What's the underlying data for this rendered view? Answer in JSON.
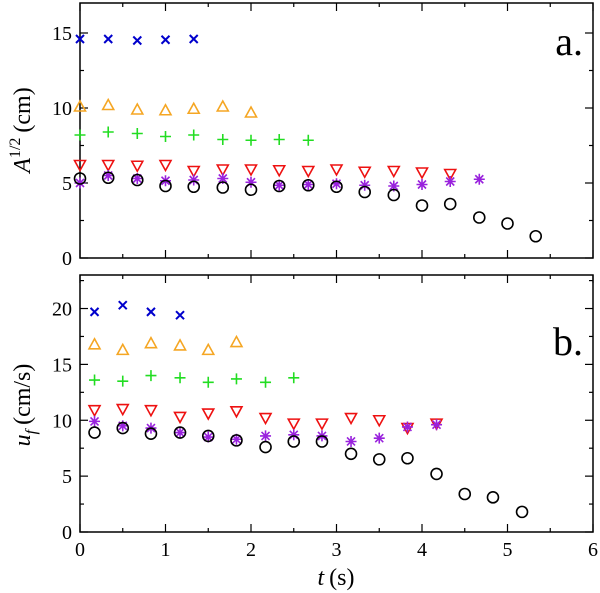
{
  "chart_data": [
    {
      "panel_label": "a.",
      "type": "scatter",
      "ylabel_main": "A",
      "ylabel_sup": "1/2",
      "ylabel_unit": "(cm)",
      "xlim": [
        0,
        6
      ],
      "ylim": [
        0,
        17
      ],
      "yticks": [
        0,
        5,
        10,
        15
      ],
      "xticks": [
        0,
        1,
        2,
        3,
        4,
        5,
        6
      ],
      "show_xticklabels": false,
      "series": [
        {
          "marker": "x",
          "color": "#0000cc",
          "points": [
            [
              0.0,
              14.6
            ],
            [
              0.33,
              14.6
            ],
            [
              0.67,
              14.5
            ],
            [
              1.0,
              14.55
            ],
            [
              1.33,
              14.6
            ]
          ]
        },
        {
          "marker": "triangle-up",
          "color": "#f5a623",
          "points": [
            [
              0.0,
              10.1
            ],
            [
              0.33,
              10.2
            ],
            [
              0.67,
              9.9
            ],
            [
              1.0,
              9.85
            ],
            [
              1.33,
              9.95
            ],
            [
              1.67,
              10.1
            ],
            [
              2.0,
              9.7
            ]
          ]
        },
        {
          "marker": "plus",
          "color": "#22dd22",
          "points": [
            [
              0.0,
              8.2
            ],
            [
              0.33,
              8.4
            ],
            [
              0.67,
              8.3
            ],
            [
              1.0,
              8.1
            ],
            [
              1.33,
              8.2
            ],
            [
              1.67,
              7.9
            ],
            [
              2.0,
              7.85
            ],
            [
              2.33,
              7.9
            ],
            [
              2.67,
              7.85
            ]
          ]
        },
        {
          "marker": "triangle-down",
          "color": "#ee1111",
          "points": [
            [
              0.0,
              6.2
            ],
            [
              0.33,
              6.2
            ],
            [
              0.67,
              6.15
            ],
            [
              1.0,
              6.2
            ],
            [
              1.33,
              5.8
            ],
            [
              1.67,
              5.9
            ],
            [
              2.0,
              5.9
            ],
            [
              2.33,
              5.85
            ],
            [
              2.67,
              5.8
            ],
            [
              3.0,
              5.9
            ],
            [
              3.33,
              5.75
            ],
            [
              3.67,
              5.8
            ],
            [
              4.0,
              5.7
            ],
            [
              4.33,
              5.6
            ]
          ]
        },
        {
          "marker": "asterisk",
          "color": "#9922dd",
          "points": [
            [
              0.0,
              5.0
            ],
            [
              0.33,
              5.5
            ],
            [
              0.67,
              5.3
            ],
            [
              1.0,
              5.15
            ],
            [
              1.33,
              5.2
            ],
            [
              1.67,
              5.3
            ],
            [
              2.0,
              5.05
            ],
            [
              2.33,
              4.85
            ],
            [
              2.67,
              4.9
            ],
            [
              3.0,
              4.95
            ],
            [
              3.33,
              4.85
            ],
            [
              3.67,
              4.8
            ],
            [
              4.0,
              4.9
            ],
            [
              4.33,
              5.1
            ],
            [
              4.67,
              5.25
            ]
          ]
        },
        {
          "marker": "circle",
          "color": "#000000",
          "points": [
            [
              0.0,
              5.3
            ],
            [
              0.33,
              5.35
            ],
            [
              0.67,
              5.2
            ],
            [
              1.0,
              4.8
            ],
            [
              1.33,
              4.75
            ],
            [
              1.67,
              4.7
            ],
            [
              2.0,
              4.55
            ],
            [
              2.33,
              4.8
            ],
            [
              2.67,
              4.85
            ],
            [
              3.0,
              4.75
            ],
            [
              3.33,
              4.4
            ],
            [
              3.67,
              4.2
            ],
            [
              4.0,
              3.5
            ],
            [
              4.33,
              3.6
            ],
            [
              4.67,
              2.7
            ],
            [
              5.0,
              2.3
            ],
            [
              5.33,
              1.45
            ]
          ]
        }
      ]
    },
    {
      "panel_label": "b.",
      "type": "scatter",
      "ylabel_main": "u",
      "ylabel_sub": "f",
      "ylabel_unit": "(cm/s)",
      "xlabel_var": "t",
      "xlabel_unit": "(s)",
      "xlim": [
        0,
        6
      ],
      "ylim": [
        0,
        23
      ],
      "yticks": [
        0,
        5,
        10,
        15,
        20
      ],
      "xticks": [
        0,
        1,
        2,
        3,
        4,
        5,
        6
      ],
      "show_xticklabels": true,
      "series": [
        {
          "marker": "x",
          "color": "#0000cc",
          "points": [
            [
              0.17,
              19.7
            ],
            [
              0.5,
              20.3
            ],
            [
              0.83,
              19.7
            ],
            [
              1.17,
              19.4
            ]
          ]
        },
        {
          "marker": "triangle-up",
          "color": "#f5a623",
          "points": [
            [
              0.17,
              16.8
            ],
            [
              0.5,
              16.3
            ],
            [
              0.83,
              16.9
            ],
            [
              1.17,
              16.7
            ],
            [
              1.5,
              16.3
            ],
            [
              1.83,
              17.0
            ]
          ]
        },
        {
          "marker": "plus",
          "color": "#22dd22",
          "points": [
            [
              0.17,
              13.6
            ],
            [
              0.5,
              13.5
            ],
            [
              0.83,
              14.0
            ],
            [
              1.17,
              13.8
            ],
            [
              1.5,
              13.4
            ],
            [
              1.83,
              13.7
            ],
            [
              2.17,
              13.4
            ],
            [
              2.5,
              13.8
            ]
          ]
        },
        {
          "marker": "triangle-down",
          "color": "#ee1111",
          "points": [
            [
              0.17,
              10.9
            ],
            [
              0.5,
              11.0
            ],
            [
              0.83,
              10.9
            ],
            [
              1.17,
              10.3
            ],
            [
              1.5,
              10.6
            ],
            [
              1.83,
              10.8
            ],
            [
              2.17,
              10.2
            ],
            [
              2.5,
              9.7
            ],
            [
              2.83,
              9.7
            ],
            [
              3.17,
              10.2
            ],
            [
              3.5,
              10.0
            ],
            [
              3.83,
              9.3
            ],
            [
              4.17,
              9.7
            ]
          ]
        },
        {
          "marker": "asterisk",
          "color": "#9922dd",
          "points": [
            [
              0.17,
              9.9
            ],
            [
              0.5,
              9.5
            ],
            [
              0.83,
              9.3
            ],
            [
              1.17,
              8.9
            ],
            [
              1.5,
              8.5
            ],
            [
              1.83,
              8.3
            ],
            [
              2.17,
              8.6
            ],
            [
              2.5,
              8.7
            ],
            [
              2.83,
              8.6
            ],
            [
              3.17,
              8.1
            ],
            [
              3.5,
              8.4
            ],
            [
              3.83,
              9.4
            ],
            [
              4.17,
              9.6
            ]
          ]
        },
        {
          "marker": "circle",
          "color": "#000000",
          "points": [
            [
              0.17,
              8.9
            ],
            [
              0.5,
              9.3
            ],
            [
              0.83,
              8.8
            ],
            [
              1.17,
              8.9
            ],
            [
              1.5,
              8.6
            ],
            [
              1.83,
              8.2
            ],
            [
              2.17,
              7.6
            ],
            [
              2.5,
              8.1
            ],
            [
              2.83,
              8.1
            ],
            [
              3.17,
              7.0
            ],
            [
              3.5,
              6.5
            ],
            [
              3.83,
              6.6
            ],
            [
              4.17,
              5.2
            ],
            [
              4.5,
              3.4
            ],
            [
              4.83,
              3.1
            ],
            [
              5.17,
              1.8
            ]
          ]
        }
      ]
    }
  ]
}
